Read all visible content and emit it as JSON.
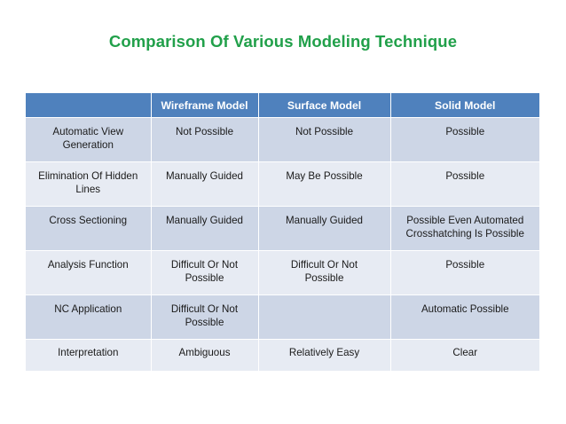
{
  "slide": {
    "title": "Comparison Of Various Modeling Technique",
    "title_color": "#21A04A",
    "background_color": "#FFFFFF"
  },
  "table": {
    "header_background": "#4F81BD",
    "header_text_color": "#FFFFFF",
    "row_band_a_color": "#CDD6E6",
    "row_band_b_color": "#E7EBF3",
    "columns": [
      "",
      "Wireframe Model",
      "Surface Model",
      "Solid Model"
    ],
    "rows": [
      {
        "feature": "Automatic  View\nGeneration",
        "wireframe": "Not Possible",
        "surface": "Not Possible",
        "solid": "Possible"
      },
      {
        "feature": "Elimination Of Hidden\nLines",
        "wireframe": "Manually Guided",
        "surface": "May Be Possible",
        "solid": "Possible"
      },
      {
        "feature": "Cross Sectioning",
        "wireframe": "Manually Guided",
        "surface": "Manually Guided",
        "solid": "Possible Even Automated\nCrosshatching Is Possible"
      },
      {
        "feature": "Analysis Function",
        "wireframe": "Difficult Or Not\nPossible",
        "surface": "Difficult Or Not\nPossible",
        "solid": "Possible"
      },
      {
        "feature": "NC  Application",
        "wireframe": "Difficult Or Not\nPossible",
        "surface": "",
        "solid": "Automatic Possible"
      },
      {
        "feature": "Interpretation",
        "wireframe": "Ambiguous",
        "surface": "Relatively Easy",
        "solid": "Clear"
      }
    ]
  }
}
